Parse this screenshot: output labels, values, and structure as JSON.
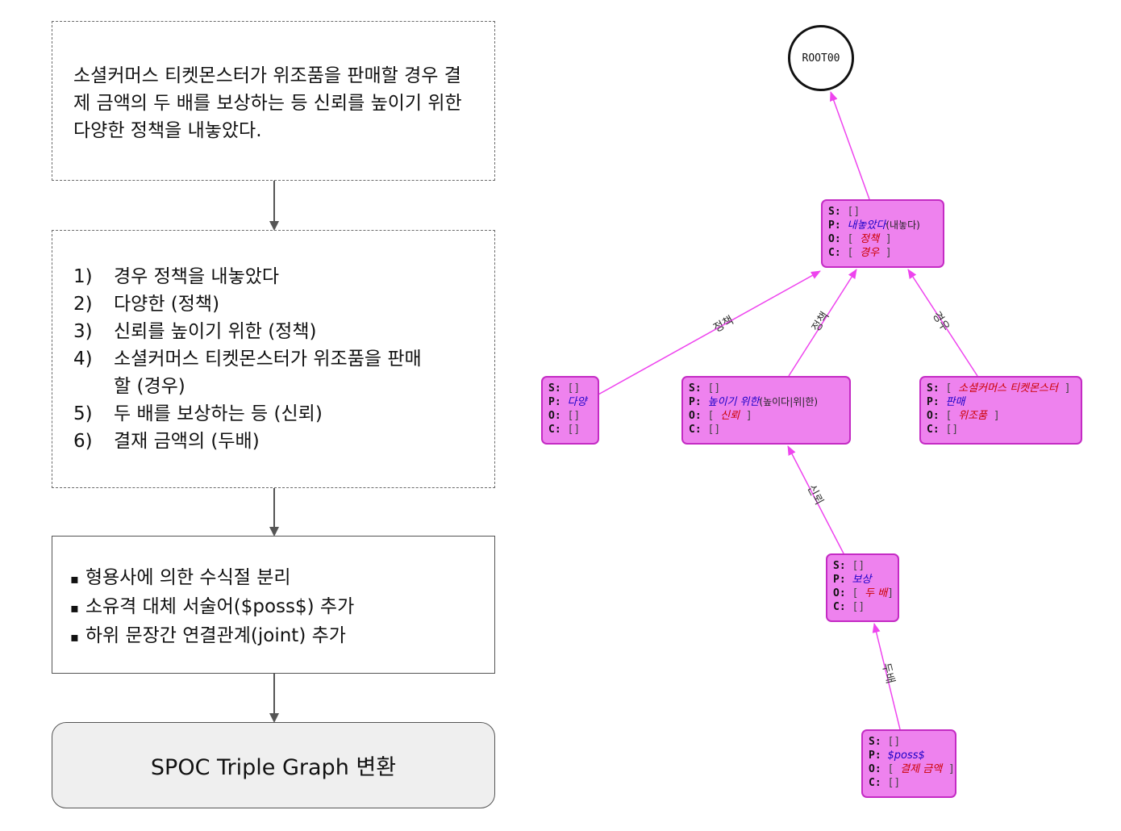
{
  "sentence": "소셜커머스 티켓몬스터가 위조품을 판매할 경우 결제 금액의 두 배를 보상하는 등 신뢰를 높이기 위한 다양한 정책을 내놓았다.",
  "clauses": [
    {
      "num": "1)",
      "text": "경우 정책을 내놓았다"
    },
    {
      "num": "2)",
      "text": "다양한 (정책)"
    },
    {
      "num": "3)",
      "text": "신뢰를 높이기 위한 (정책)"
    },
    {
      "num": "4)",
      "text": "소셜커머스 티켓몬스터가 위조품을 판매할 (경우)"
    },
    {
      "num": "5)",
      "text": "두 배를 보상하는 등 (신뢰)"
    },
    {
      "num": "6)",
      "text": "결재 금액의 (두배)"
    }
  ],
  "rules": [
    "형용사에 의한 수식절 분리",
    "소유격 대체 서술어($poss$) 추가",
    "하위 문장간 연결관계(joint) 추가"
  ],
  "final_step": "SPOC Triple Graph 변환",
  "graph": {
    "root": "ROOT00",
    "keys": {
      "s": "S:",
      "p": "P:",
      "o": "O:",
      "c": "C:"
    },
    "nodes": {
      "main": {
        "s": "",
        "p": "내놓았다",
        "lemma": "(내놓다)",
        "o": "정책",
        "c": "경우"
      },
      "dayang": {
        "s": "",
        "p": "다양",
        "lemma": "",
        "o": "",
        "c": ""
      },
      "nopi": {
        "s": "",
        "p": "높이기 위한",
        "lemma": "(높이다|위|한)",
        "o": "신뢰",
        "c": ""
      },
      "panmae": {
        "s": "소셜커머스 티켓몬스터",
        "p": "판매",
        "lemma": "",
        "o": "위조품",
        "c": ""
      },
      "bosang": {
        "s": "",
        "p": "보상",
        "lemma": "",
        "o": "두 배",
        "c": ""
      },
      "poss": {
        "s": "",
        "p": "$poss$",
        "lemma": "",
        "o": "결제 금액",
        "c": ""
      }
    },
    "edges": {
      "dayang_main": "정책",
      "nopi_main": "정책",
      "panmae_main": "경우",
      "bosang_nopi": "신뢰",
      "poss_bosang": "두배"
    },
    "edge_color": "#ee44ee"
  }
}
